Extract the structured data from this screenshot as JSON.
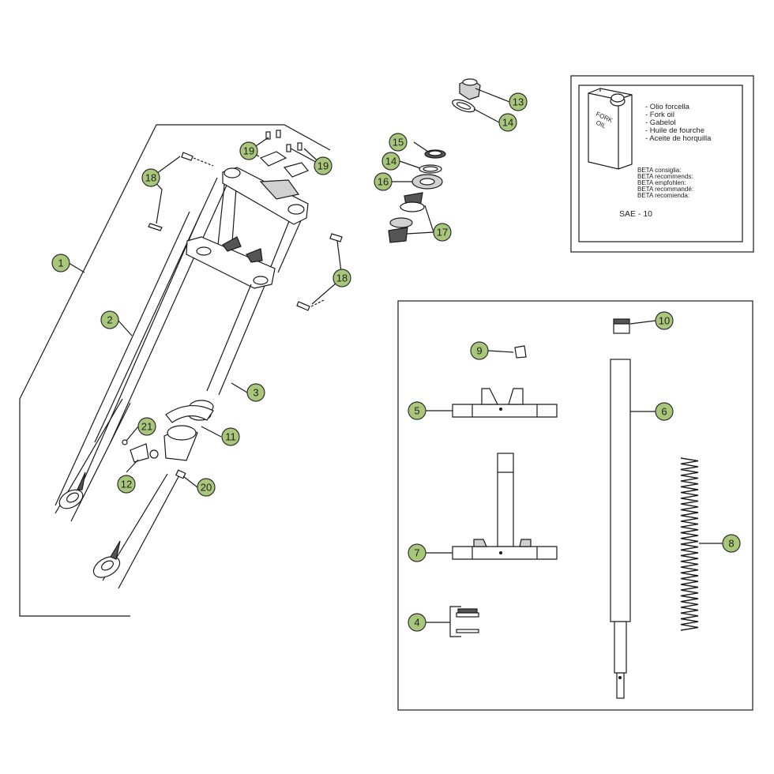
{
  "colors": {
    "callout_fill": "#a8c77a",
    "line": "#1a1a1a",
    "part_grey": "#d0d0d0"
  },
  "callouts": [
    {
      "id": "c1",
      "label": "1"
    },
    {
      "id": "c2",
      "label": "2"
    },
    {
      "id": "c3",
      "label": "3"
    },
    {
      "id": "c4",
      "label": "4"
    },
    {
      "id": "c5",
      "label": "5"
    },
    {
      "id": "c6",
      "label": "6"
    },
    {
      "id": "c7",
      "label": "7"
    },
    {
      "id": "c8",
      "label": "8"
    },
    {
      "id": "c9",
      "label": "9"
    },
    {
      "id": "c10",
      "label": "10"
    },
    {
      "id": "c11",
      "label": "11"
    },
    {
      "id": "c12",
      "label": "12"
    },
    {
      "id": "c13",
      "label": "13"
    },
    {
      "id": "c14a",
      "label": "14"
    },
    {
      "id": "c14b",
      "label": "14"
    },
    {
      "id": "c15",
      "label": "15"
    },
    {
      "id": "c16",
      "label": "16"
    },
    {
      "id": "c17",
      "label": "17"
    },
    {
      "id": "c18a",
      "label": "18"
    },
    {
      "id": "c18b",
      "label": "18"
    },
    {
      "id": "c19a",
      "label": "19"
    },
    {
      "id": "c19b",
      "label": "19"
    },
    {
      "id": "c20",
      "label": "20"
    },
    {
      "id": "c21",
      "label": "21"
    }
  ],
  "oil_box": {
    "can_label_1": "FORK",
    "can_label_2": "OIL",
    "oil_names": [
      "- Olio forcella",
      "- Fork oil",
      "- Gabelol",
      "- Huile de fourche",
      "- Aceite de horquilla"
    ],
    "recommend_lines": [
      "BETA consiglia:",
      "BETA recommends:",
      "BETA empfohlen:",
      "BETA recommandé:",
      "BETA recomienda:"
    ],
    "grade": "SAE - 10"
  }
}
